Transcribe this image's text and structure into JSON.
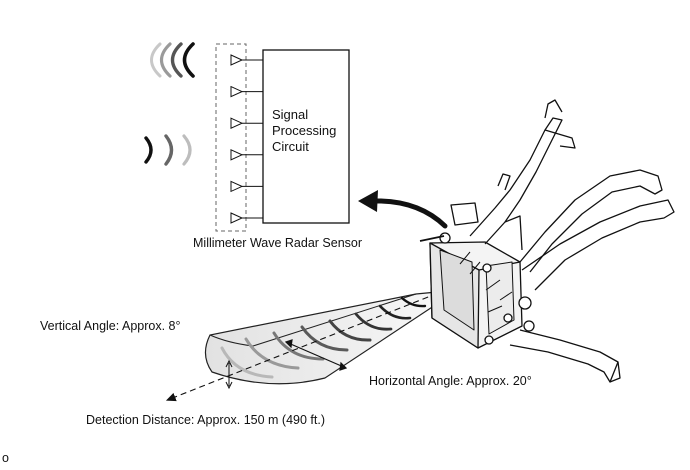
{
  "diagram": {
    "box_label_lines": [
      "Signal",
      "Processing",
      "Circuit"
    ],
    "sensor_label": "Millimeter Wave Radar Sensor",
    "vertical_angle_label": "Vertical Angle: Approx. 8°",
    "horizontal_angle_label": "Horizontal Angle: Approx. 20°",
    "distance_label": "Detection Distance: Approx. 150 m (490 ft.)",
    "corner_mark": "o",
    "antenna_count": 6,
    "colors": {
      "line": "#111111",
      "wave_dark": "#333333",
      "wave_mid": "#777777",
      "wave_light": "#b0b0b0",
      "beam_fill": "#ededed"
    }
  }
}
